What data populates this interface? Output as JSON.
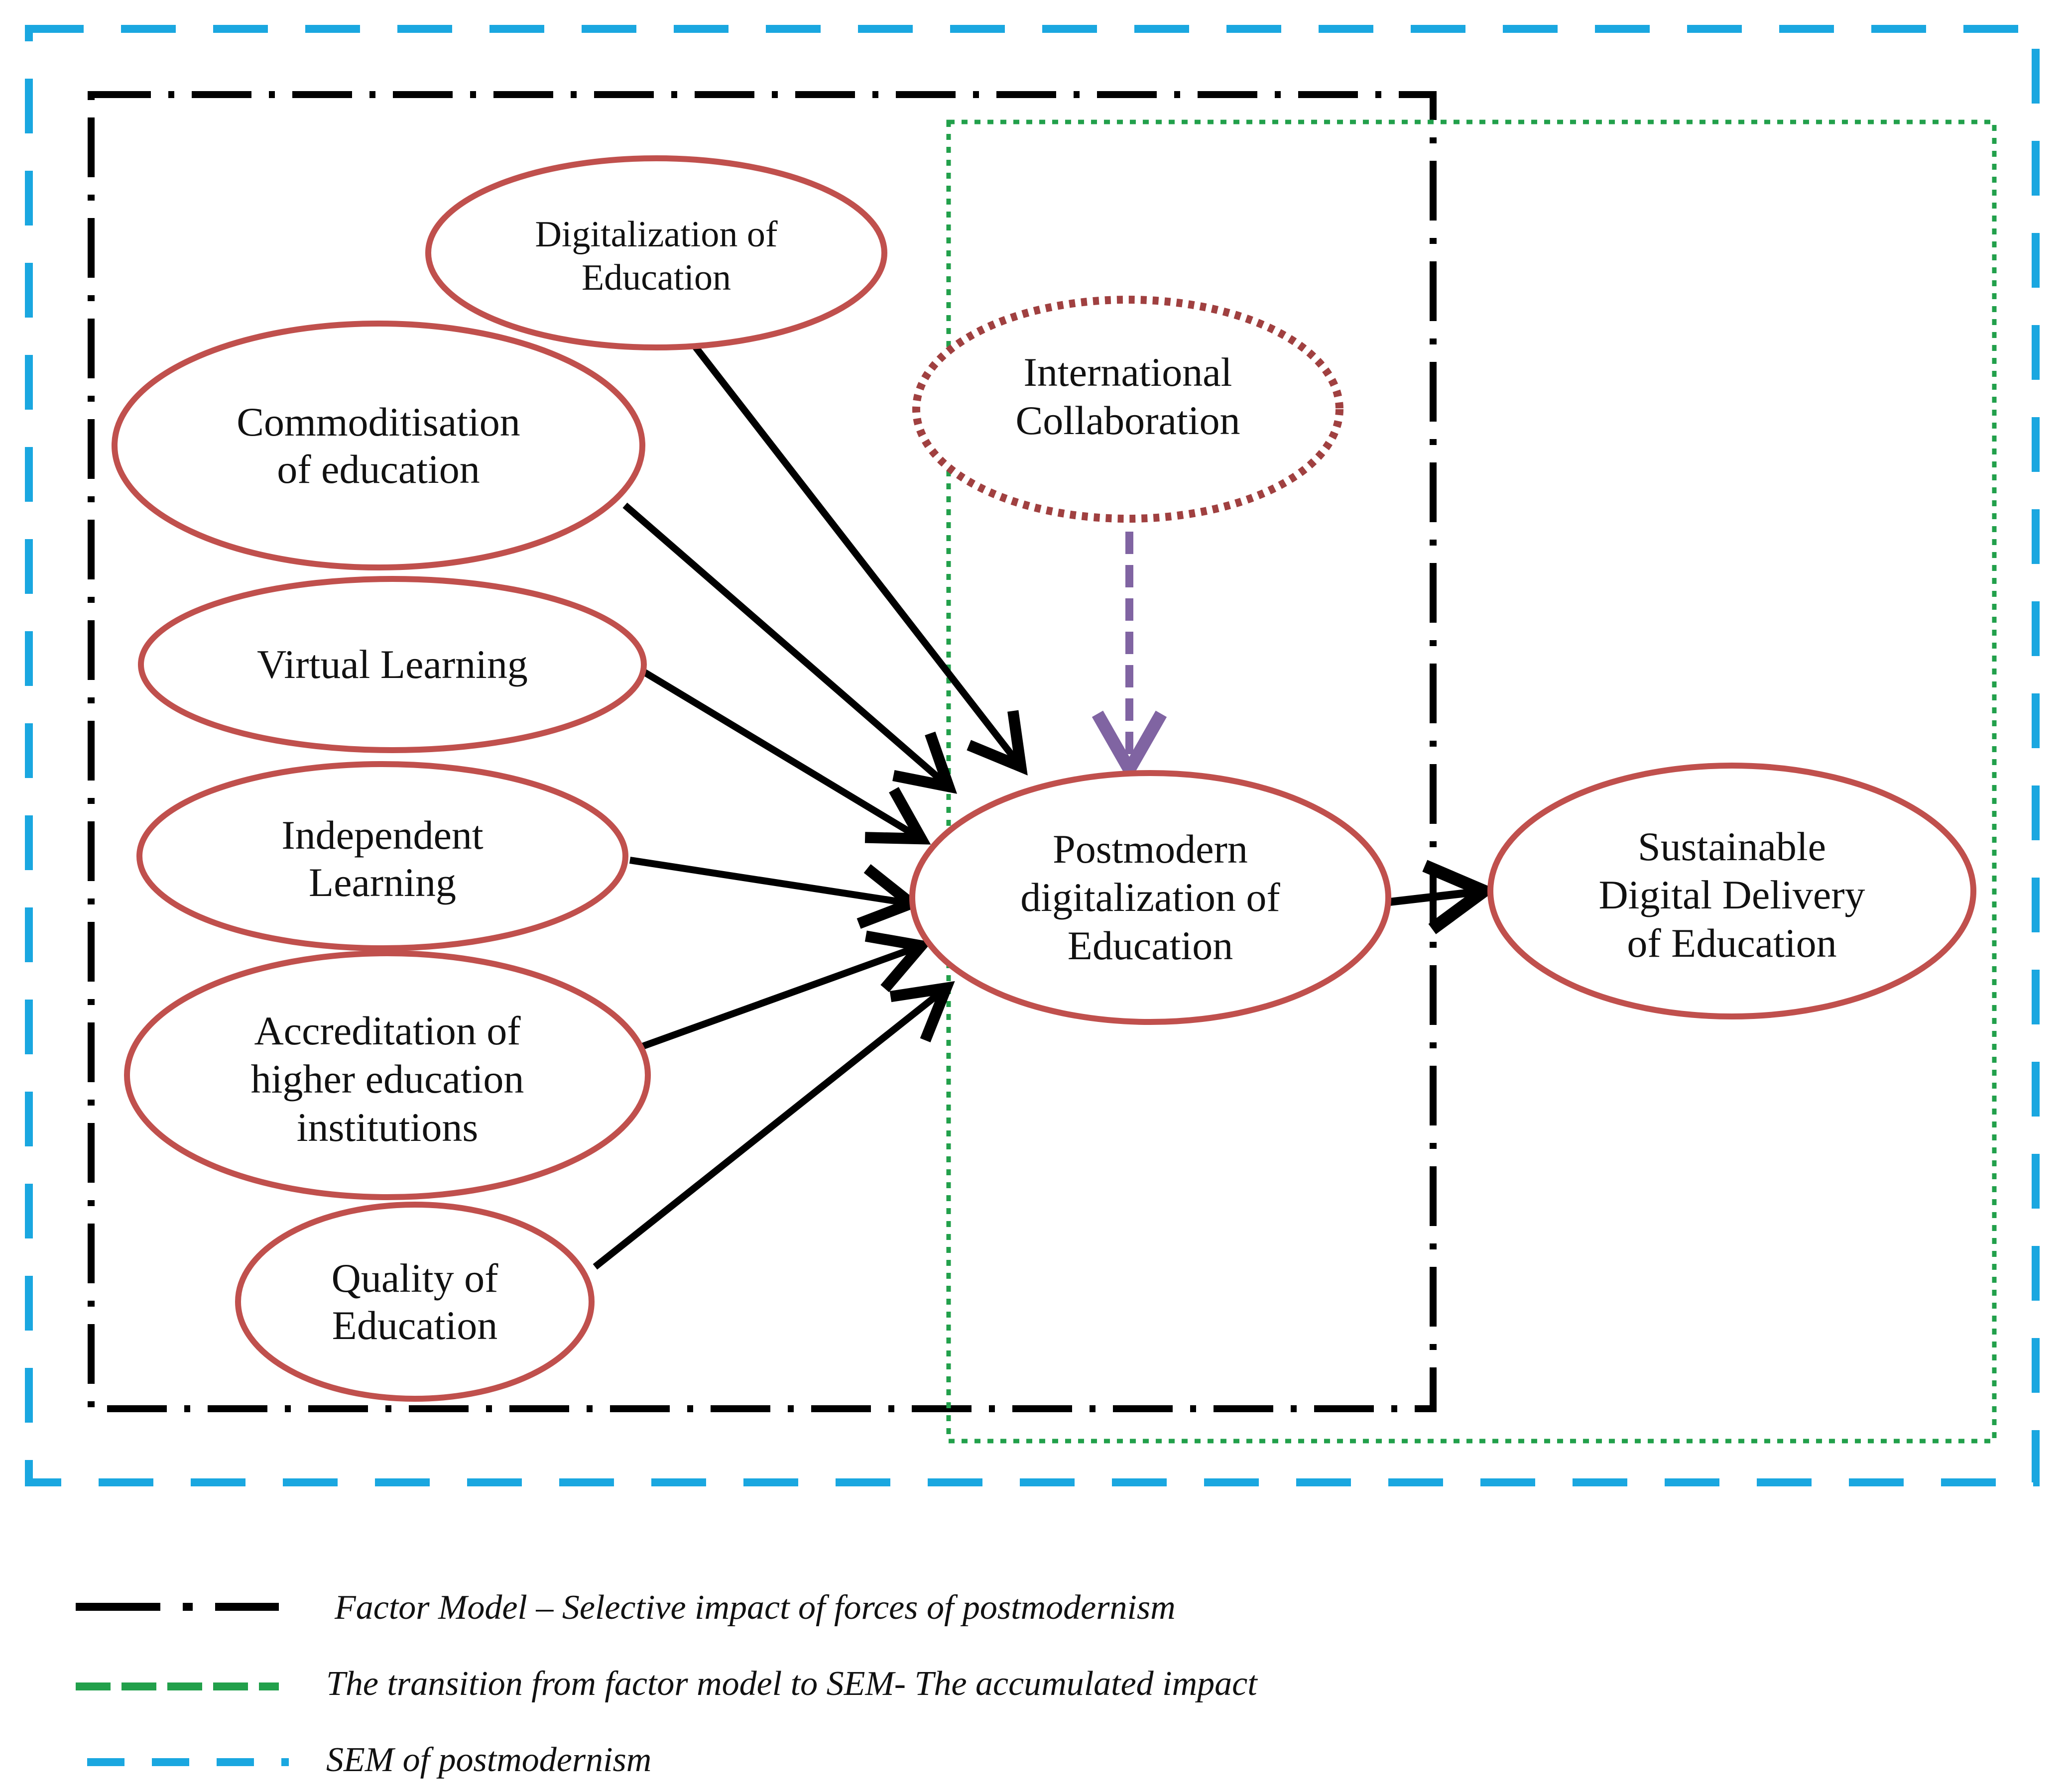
{
  "colors": {
    "ellipse_stroke": "#c0504d",
    "arrow": "#000000",
    "dashed_arrow": "#8064a2",
    "sem_box": "#1aa7e0",
    "factor_box": "#000000",
    "transition_box": "#22a04b"
  },
  "nodes": {
    "digitalization": {
      "line1": "Digitalization of",
      "line2": "Education"
    },
    "commoditisation": {
      "line1": "Commoditisation",
      "line2": "of education"
    },
    "virtual": {
      "line1": "Virtual Learning"
    },
    "independent": {
      "line1": "Independent",
      "line2": "Learning"
    },
    "accreditation": {
      "line1": "Accreditation of",
      "line2": "higher education",
      "line3": "institutions"
    },
    "quality": {
      "line1": "Quality of",
      "line2": "Education"
    },
    "international": {
      "line1": "International",
      "line2": "Collaboration"
    },
    "postmodern": {
      "line1": "Postmodern",
      "line2": "digitalization of",
      "line3": "Education"
    },
    "sustainable": {
      "line1": "Sustainable",
      "line2": "Digital Delivery",
      "line3": "of Education"
    }
  },
  "legend": {
    "factor": "Factor Model – Selective impact of forces of postmodernism",
    "transition": "The transition from factor model to SEM- The accumulated impact",
    "sem": "SEM of postmodernism"
  }
}
